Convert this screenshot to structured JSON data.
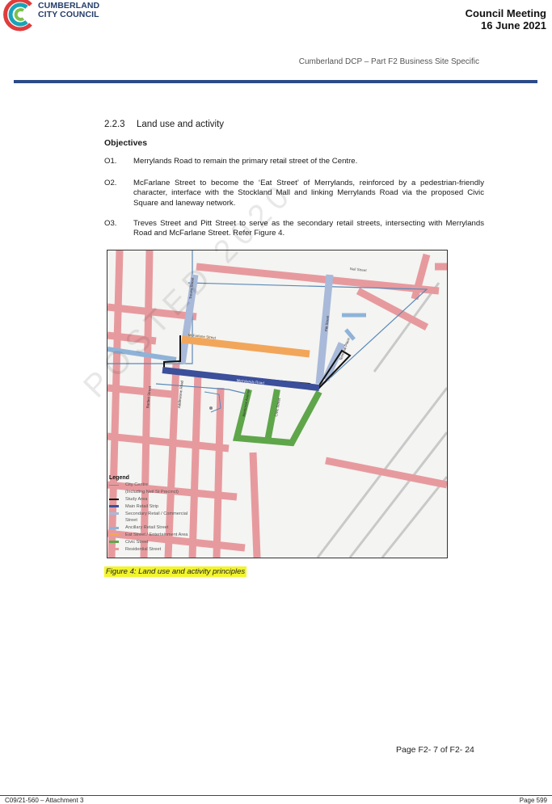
{
  "header": {
    "org_line1": "CUMBERLAND",
    "org_line2": "CITY COUNCIL",
    "meeting_title": "Council Meeting",
    "meeting_date": "16 June 2021",
    "document_subtitle": "Cumberland DCP – Part F2 Business Site Specific"
  },
  "section": {
    "number": "2.2.3",
    "title": "Land use and activity",
    "objectives_heading": "Objectives",
    "objectives": [
      {
        "code": "O1.",
        "text": "Merrylands Road to remain the primary retail street of the Centre."
      },
      {
        "code": "O2.",
        "text": "McFarlane Street to become the ‘Eat Street’ of Merrylands, reinforced by a pedestrian-friendly character, interface with the Stockland Mall and linking Merrylands Road via the proposed Civic Square and laneway network."
      },
      {
        "code": "O3.",
        "text": "Treves Street and Pitt Street to serve as the secondary retail streets, intersecting with Merrylands Road and McFarlane Street. Refer Figure 4."
      }
    ]
  },
  "figure": {
    "street_labels": [
      "McFarlane Street",
      "Pitt Street",
      "Treves Street",
      "Merrylands Road",
      "Terminal Place",
      "Neil Street",
      "Bartlett Street",
      "Addlestone Road",
      "Memorial Avenue",
      "Civic Street"
    ],
    "legend": {
      "title": "Legend",
      "items": [
        {
          "label": "City Centre",
          "color": "#888888",
          "line": "thin"
        },
        {
          "label": "(Including Neil St Precinct)",
          "color": "",
          "line": "none"
        },
        {
          "label": "Study Area",
          "color": "#111111",
          "line": "thick"
        },
        {
          "label": "Main Retail Strip",
          "color": "#3b4f9a",
          "line": "bar"
        },
        {
          "label": "Secondary Retail / Commercial",
          "color": "#a9b9d9",
          "line": "bar"
        },
        {
          "label": "Street",
          "color": "",
          "line": "none"
        },
        {
          "label": "Ancillary Retail Street",
          "color": "#8fb3d8",
          "line": "bar"
        },
        {
          "label": "Eat Street / Entertainment Area",
          "color": "#f2a65a",
          "line": "bar"
        },
        {
          "label": "Civic Street",
          "color": "#5fa64a",
          "line": "bar"
        },
        {
          "label": "Residential Street",
          "color": "#e79a9e",
          "line": "bar"
        }
      ]
    },
    "caption": "Figure 4: Land use and activity principles"
  },
  "watermark": "POSTED 2020",
  "footer": {
    "page_label": "Page F2- 7 of F2- 24",
    "left_text": "C09/21-560 – Attachment 3",
    "right_text": "Page 599"
  },
  "colors": {
    "brand_blue": "#243d6b",
    "rule_blue": "#2c4a8a",
    "highlight": "#f2f52a",
    "residential": "#e79a9e",
    "main_retail": "#3b4f9a",
    "eat_street": "#f2a65a",
    "civic": "#5fa64a",
    "secondary": "#a9b9d9"
  }
}
